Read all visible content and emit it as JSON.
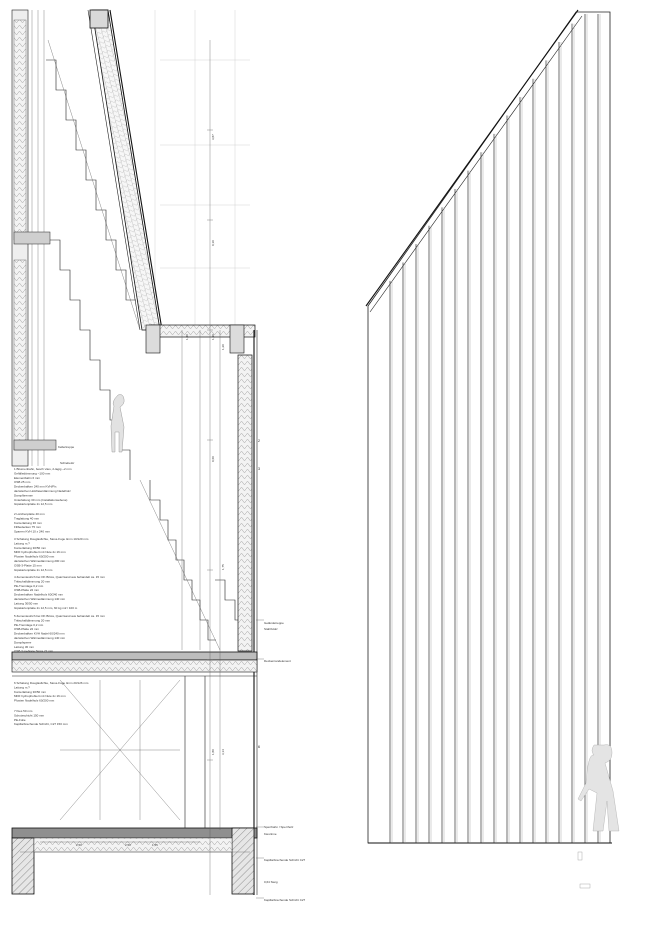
{
  "section_notes": [
    {
      "id": "roof",
      "lines": [
        "1 Bitumenbahn, besch vlies, 2-lagig ~2 mm",
        "Gefälledämmung ~100 mm",
        "Elementbahn 6 mm",
        "OSB 25 mm",
        "Deckenbalken 240 mm KVH/Fix",
        "dazwischen Holzfaserdämmung Nadelholz",
        "Dampfbremse",
        "Unterlattung 30 mm (Installationsebene)",
        "Gipskartonplatte 2x 12,5 mm"
      ]
    },
    {
      "id": "wall",
      "lines": [
        "2 Lärchenplatte 40 mm",
        "Traglattung 40 mm",
        "Konterlattung 30 mm",
        "Fillbedecken 75 mm",
        "Sparren KVH 10 x 240 mm"
      ]
    },
    {
      "id": "facade",
      "lines": [
        "3 Schalung Douglasfichte, Stoss-Fuge 4mm 10/120 mm",
        "Lattung m.?",
        "Konterlattung 30/50 mm",
        "MDF hydrophobiert mit Nute 2x 16 mm",
        "Pfosten Nadelholz 60/200 mm",
        "dazwischen Wärmedämmung 200 mm",
        "OSB-3-Platte 15 mm",
        "Gipskartonplatte 2x 12,5 mm"
      ]
    },
    {
      "id": "floor",
      "lines": [
        "4 Zementestrich bei OK Brüss, Quarzsand aus behandelt ca. 15 mm",
        "Trittschalldämmung 20 mm",
        "PE-Trennlage 0,2 mm",
        "OSB-Platte 22 mm",
        "Deckenbalken Nadelholz 60/240 mm",
        "dazwischen Wärmedämmung 140 mm",
        "Lattung 30/50 mm",
        "Gipskartonplatte 2x 12,5 mm, 60 kg m2 / 100 m"
      ]
    },
    {
      "id": "ground-floor",
      "lines": [
        "5 Zementestrich bei OK Brüss, Quarzsand aus behandelt ca. 15 mm",
        "Trittschalldämmung 20 mm",
        "PE-Trennlage 0,2 mm",
        "OSB-Platte 22 mm",
        "Deckenbalken KVH Nadel 60/240 mm",
        "dazwischen Wärmedämmung 140 mm",
        "Dampfsperre",
        "Lattung 30 mm",
        "OSB 3 mehrere Stoss 22 mm"
      ]
    },
    {
      "id": "lower-facade",
      "lines": [
        "6 Schalung Douglasfichte, Stoss-Fuge 4mm 20/126 mm",
        "Lattung m.?",
        "Konterlattung 30/50 mm",
        "MDF hydrophobiert mit Nute 2x 16 mm",
        "Pfosten Nadelholz 60/200 mm"
      ]
    },
    {
      "id": "slab",
      "lines": [
        "7 Kies 50 mm",
        "Schutzschicht 150 mm",
        "PE-Folie",
        "Kapillarbrechende Schicht, C27 150 mm"
      ]
    }
  ],
  "callouts": {
    "stair": "Kellertreppe",
    "sliding": "Schiebetür",
    "stair_right_1": "Geländetreppe",
    "stair_right_2": "Stahl/Holz",
    "level_line": "Deckenrandelement",
    "plinth_1": "Sperrbahn / Sperrholz",
    "plinth_2": "Kiesrinne",
    "base_1": "Kapillarbrechende Schicht C27",
    "base_2": "0,64 Steig",
    "base_3": "Kapillarbrechende Schicht C27"
  },
  "layer_numbers": [
    "2",
    "3",
    "6"
  ],
  "dimensions": {
    "upper": [
      "3,87",
      "0,10",
      "1,80"
    ],
    "middle": [
      "1,30",
      "1,20",
      "0,60",
      "1,75"
    ],
    "lower": [
      "1,80",
      "3,14"
    ],
    "base": [
      "2,50",
      "2,50",
      "1,55"
    ]
  },
  "colors": {
    "line": "#222222",
    "grid": "#c8c8c8",
    "background": "#ffffff"
  }
}
